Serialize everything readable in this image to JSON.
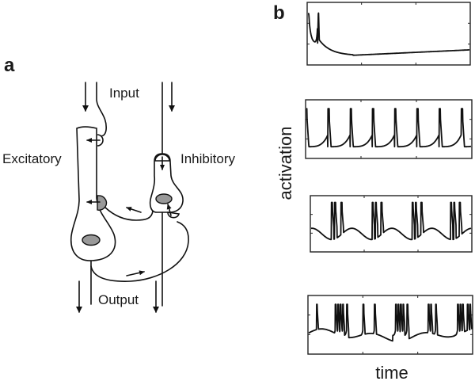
{
  "figure": {
    "panel_a": {
      "label": "a",
      "labels": {
        "input": "Input",
        "output": "Output",
        "excitatory": "Excitatory",
        "inhibitory": "Inhibitory"
      },
      "cells": [
        {
          "name": "excitatory-neuron",
          "type": "excitatory"
        },
        {
          "name": "inhibitory-neuron",
          "type": "inhibitory"
        }
      ],
      "connections": [
        {
          "from": "input",
          "to": "excitatory-neuron"
        },
        {
          "from": "input",
          "to": "inhibitory-neuron"
        },
        {
          "from": "inhibitory-neuron",
          "to": "excitatory-neuron"
        },
        {
          "from": "excitatory-neuron",
          "to": "inhibitory-neuron"
        },
        {
          "from": "excitatory-neuron",
          "to": "output"
        },
        {
          "from": "inhibitory-neuron",
          "to": "output"
        }
      ],
      "colors": {
        "nucleus": "#999999",
        "line": "#111111"
      }
    },
    "panel_b": {
      "label": "b",
      "ylabel": "activation",
      "xlabel": "time",
      "traces": [
        {
          "name": "single-burst-then-silence",
          "pattern": "two early spikes followed by hyperpolarization and slow recovery",
          "spike_times": [
            0.005,
            0.065
          ]
        },
        {
          "name": "regular-tonic-spiking",
          "pattern": "regular single spikes",
          "spike_times": [
            0.0,
            0.135,
            0.27,
            0.405,
            0.54,
            0.675,
            0.81,
            0.945
          ]
        },
        {
          "name": "periodic-bursting",
          "pattern": "bursts of 3 spikes",
          "bursts": [
            [
              0.13,
              0.15,
              0.19
            ],
            [
              0.385,
              0.405,
              0.44
            ],
            [
              0.635,
              0.655,
              0.69
            ],
            [
              0.875,
              0.895,
              0.93
            ]
          ]
        },
        {
          "name": "irregular-bursting",
          "pattern": "mixed single spikes and irregular bursts",
          "spike_times": [
            0.05,
            0.165,
            0.18,
            0.195,
            0.21,
            0.235,
            0.335,
            0.405,
            0.535,
            0.55,
            0.565,
            0.58,
            0.605,
            0.735,
            0.75,
            0.78,
            0.915,
            0.93,
            0.945,
            0.975,
            0.99
          ]
        }
      ]
    }
  }
}
